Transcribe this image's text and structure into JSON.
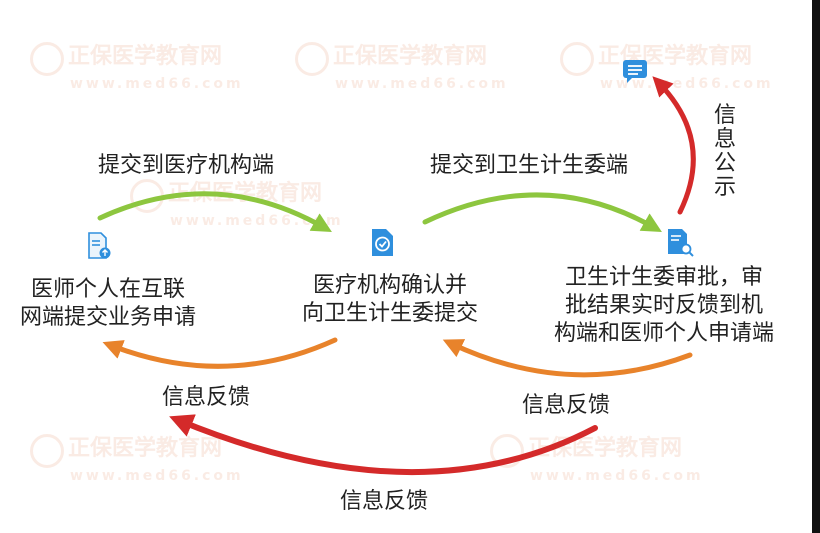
{
  "watermark": {
    "brand": "正保医学教育网",
    "url": "www.med66.com"
  },
  "nodes": {
    "doctor": {
      "label_line1": "医师个人在互联",
      "label_line2": "网端提交业务申请",
      "icon": "document-upload-icon"
    },
    "institution": {
      "label_line1": "医疗机构确认并",
      "label_line2": "向卫生计生委提交",
      "icon": "document-check-icon"
    },
    "commission": {
      "label_line1": "卫生计生委审批，审",
      "label_line2": "批结果实时反馈到机",
      "label_line3": "构端和医师个人申请端",
      "icon": "document-search-icon"
    },
    "publish": {
      "icon": "message-list-icon"
    }
  },
  "edges": {
    "submit_institution": "提交到医疗机构端",
    "submit_commission": "提交到卫生计生委端",
    "info_public": "信息公示",
    "feedback_1": "信息反馈",
    "feedback_2": "信息反馈",
    "feedback_3": "信息反馈"
  },
  "colors": {
    "green_arrow": "#8dc63f",
    "orange_arrow": "#e8832b",
    "red_arrow": "#d42a2a",
    "icon_blue": "#2f8fdd"
  }
}
